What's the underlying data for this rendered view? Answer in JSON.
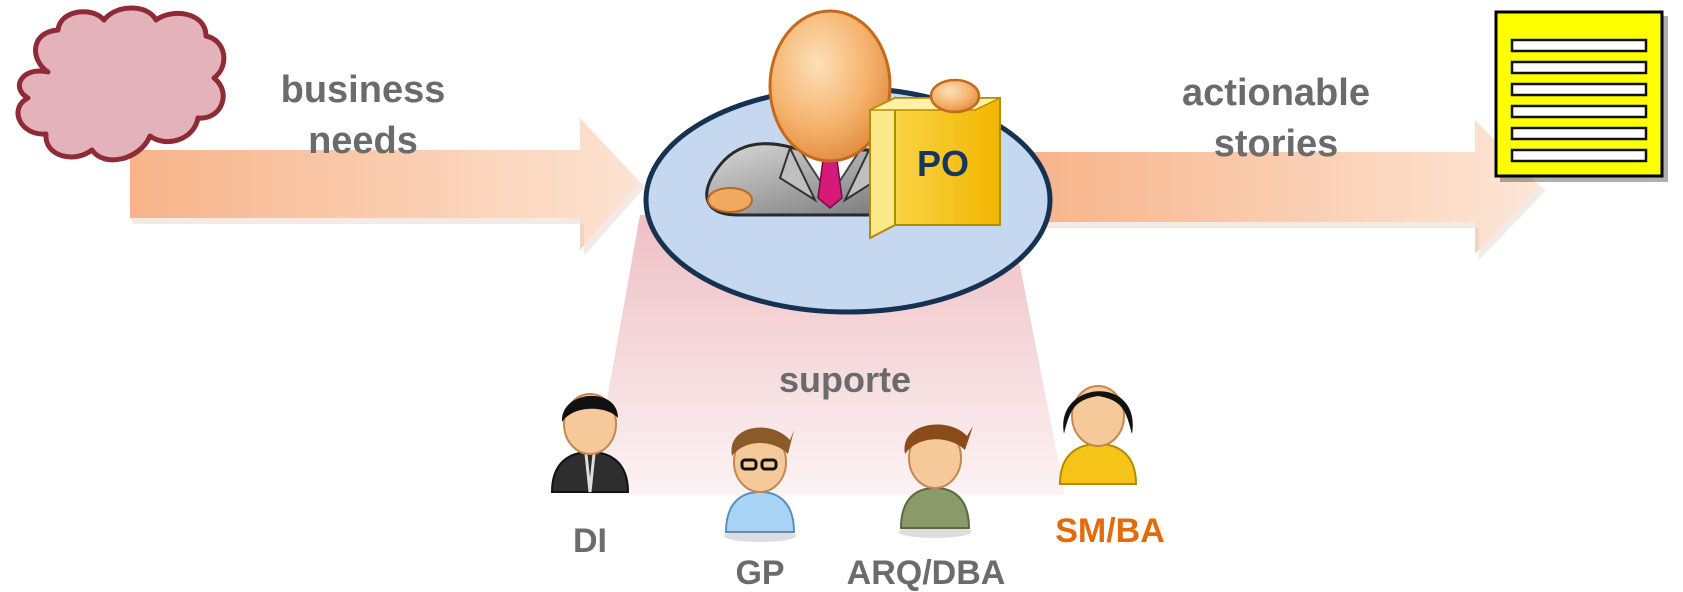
{
  "flow": {
    "input_label": [
      "business",
      "needs"
    ],
    "output_label": [
      "actionable",
      "stories"
    ],
    "support_label": "suporte"
  },
  "product_owner": {
    "badge": "PO"
  },
  "support_roles": [
    {
      "label": "DI",
      "color": "#6b6b6b"
    },
    {
      "label": "GP",
      "color": "#6b6b6b"
    },
    {
      "label": "ARQ/DBA",
      "color": "#6b6b6b"
    },
    {
      "label": "SM/BA",
      "color": "#e36c0a"
    }
  ],
  "colors": {
    "arrow": "#f7b98e",
    "cloud": "#e6b0b8",
    "cloud_stroke": "#8b2a33",
    "ellipse": "#c9d9ef",
    "ellipse_stroke": "#1f3a5f",
    "backlog": "#ffff00",
    "po_badge": "#f5c000",
    "support_cone": "#f0c8c8"
  }
}
